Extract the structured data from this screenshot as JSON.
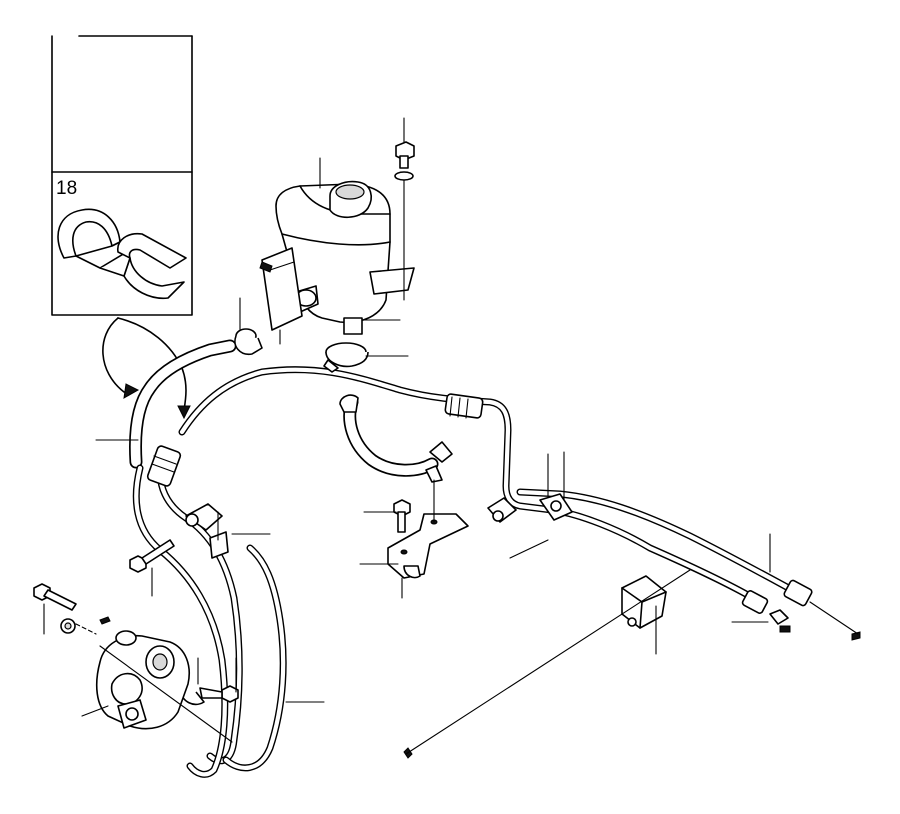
{
  "inset": {
    "detail_number": "18"
  },
  "parts": [
    {
      "name": "fluid-reservoir"
    },
    {
      "name": "reservoir-cap"
    },
    {
      "name": "power-steering-pump"
    },
    {
      "name": "pressure-pipe"
    },
    {
      "name": "return-pipe"
    },
    {
      "name": "suction-hose"
    },
    {
      "name": "hose-clamp"
    },
    {
      "name": "pipe-clip"
    },
    {
      "name": "mounting-bracket"
    },
    {
      "name": "rubber-mount"
    },
    {
      "name": "bolts"
    }
  ]
}
